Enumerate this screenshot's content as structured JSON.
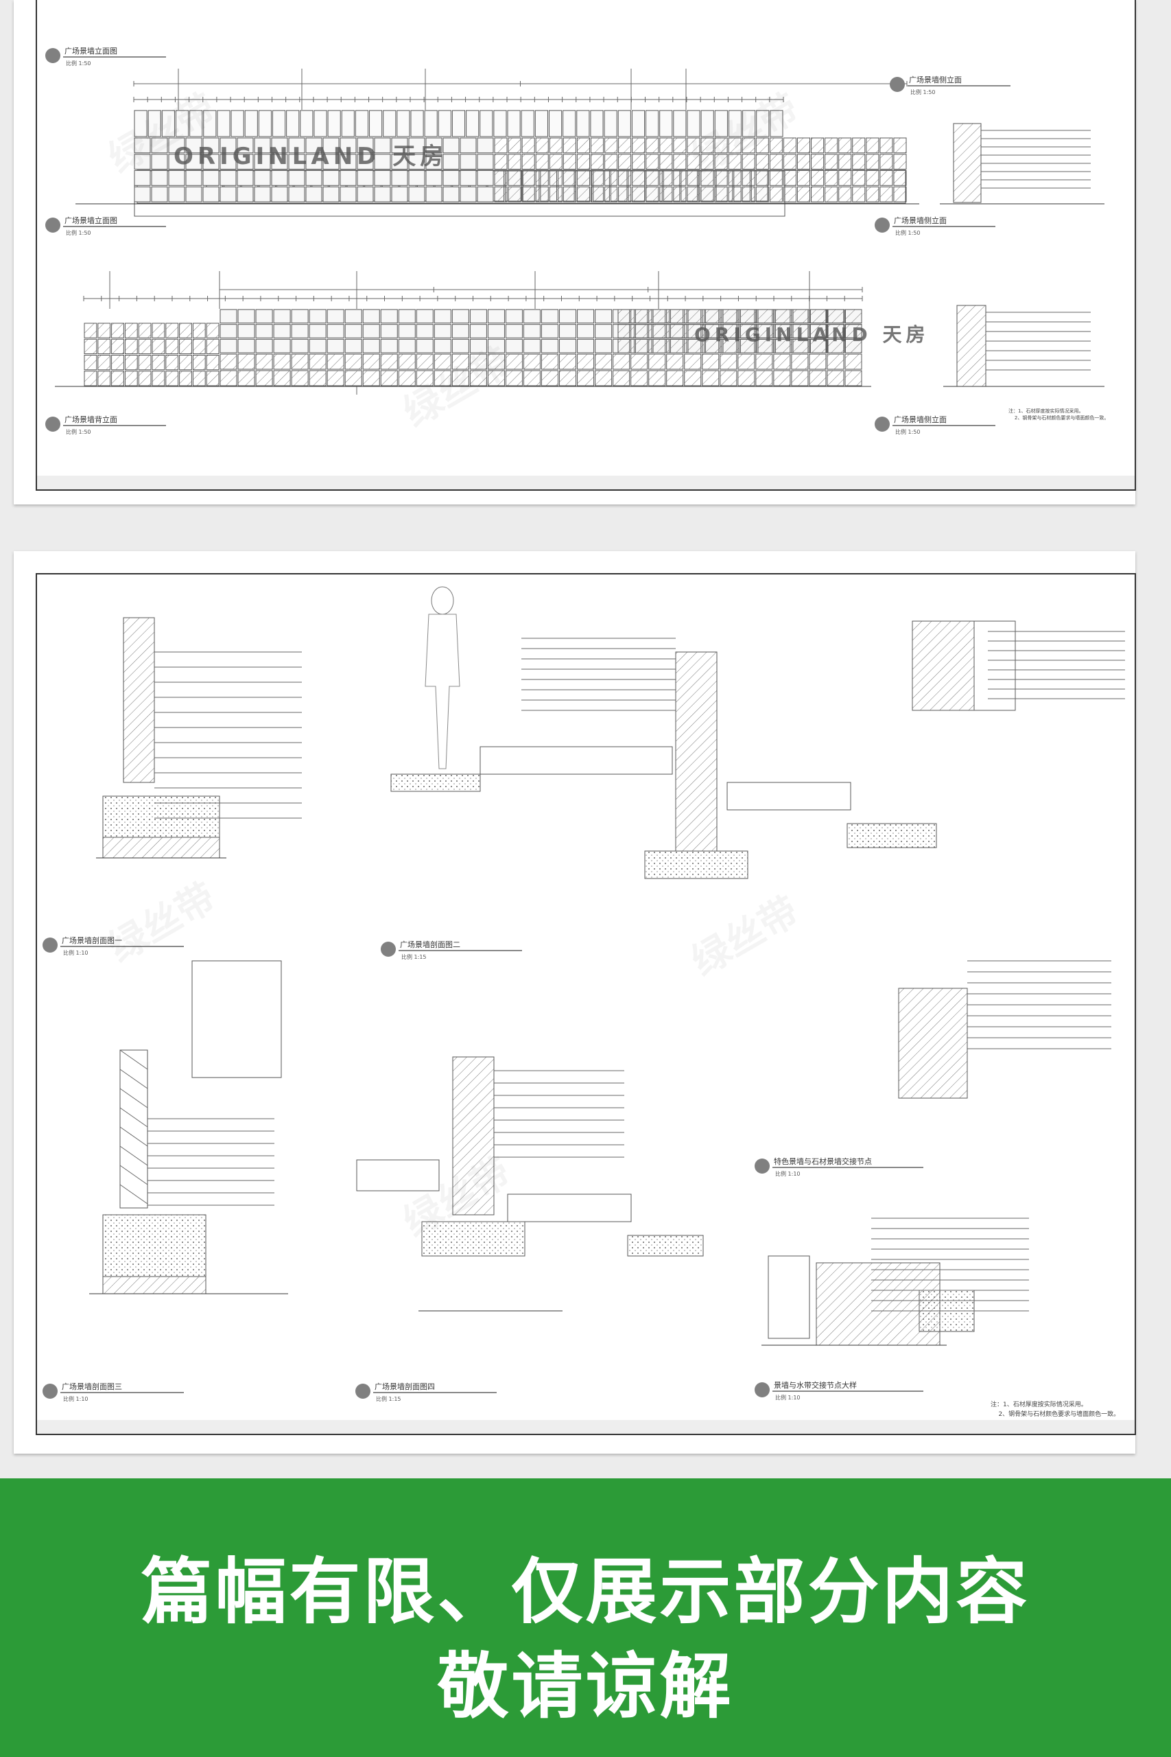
{
  "panel1": {
    "logo_text": "ORIGINLAND 天房",
    "titles": [
      {
        "name": "广场景墙立面图",
        "scale": "比例 1:50"
      },
      {
        "name": "广场景墙侧立面",
        "scale": "比例 1:50"
      },
      {
        "name": "广场景墙立面图",
        "scale": "比例 1:50"
      },
      {
        "name": "广场景墙侧立面",
        "scale": "比例 1:50"
      },
      {
        "name": "广场景墙背立面",
        "scale": "比例 1:50"
      },
      {
        "name": "广场景墙侧立面",
        "scale": "比例 1:50"
      }
    ],
    "notes": "注：1、石材厚度按实际情况采用。\n    2、钢骨架与石材颜色要求与墙面颜色一致。"
  },
  "panel2": {
    "titles": [
      {
        "name": "广场景墙剖面图一",
        "scale": "比例 1:10"
      },
      {
        "name": "广场景墙剖面图二",
        "scale": "比例 1:15"
      },
      {
        "name": "特色景墙与石材景墙交接节点",
        "scale": "比例 1:10"
      },
      {
        "name": "广场景墙剖面图三",
        "scale": "比例 1:10"
      },
      {
        "name": "广场景墙剖面图四",
        "scale": "比例 1:15"
      },
      {
        "name": "景墙与水带交接节点大样",
        "scale": "比例 1:10"
      }
    ],
    "notes": "注：1、石材厚度按实际情况采用。\n    2、钢骨架与石材颜色要求与墙面颜色一致。"
  },
  "watermark": "绿丝带",
  "banner": {
    "line1": "篇幅有限、仅展示部分内容",
    "line2": "敬请谅解",
    "color": "#2c9b37"
  }
}
